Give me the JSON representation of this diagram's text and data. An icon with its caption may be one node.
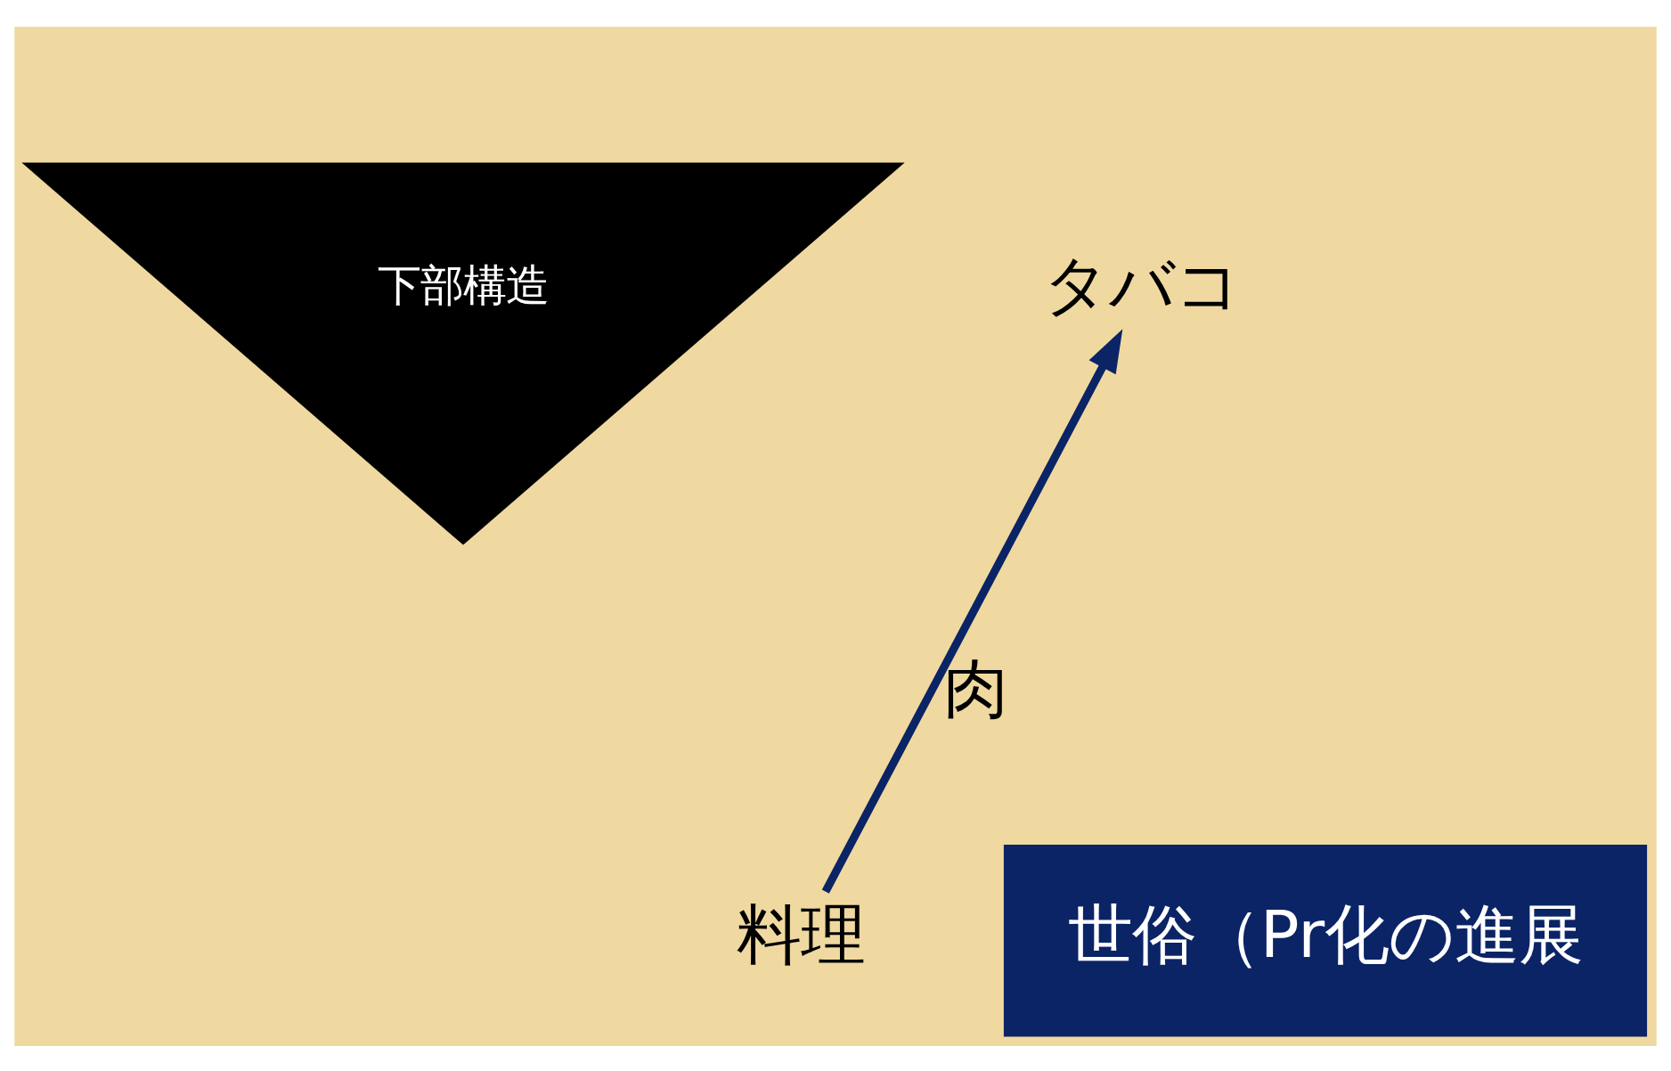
{
  "diagram": {
    "nodes": [
      {
        "text": [
          "下部構造"
        ]
      },
      {
        "text": [
          "料理"
        ]
      },
      {
        "text": [
          "タバコ"
        ]
      },
      {
        "text": [
          "世俗（Pr化の進展"
        ]
      }
    ],
    "edges": [
      {
        "from": 1,
        "to": 2,
        "arrow": "to",
        "label": "肉",
        "color": "#0b2466"
      }
    ]
  }
}
